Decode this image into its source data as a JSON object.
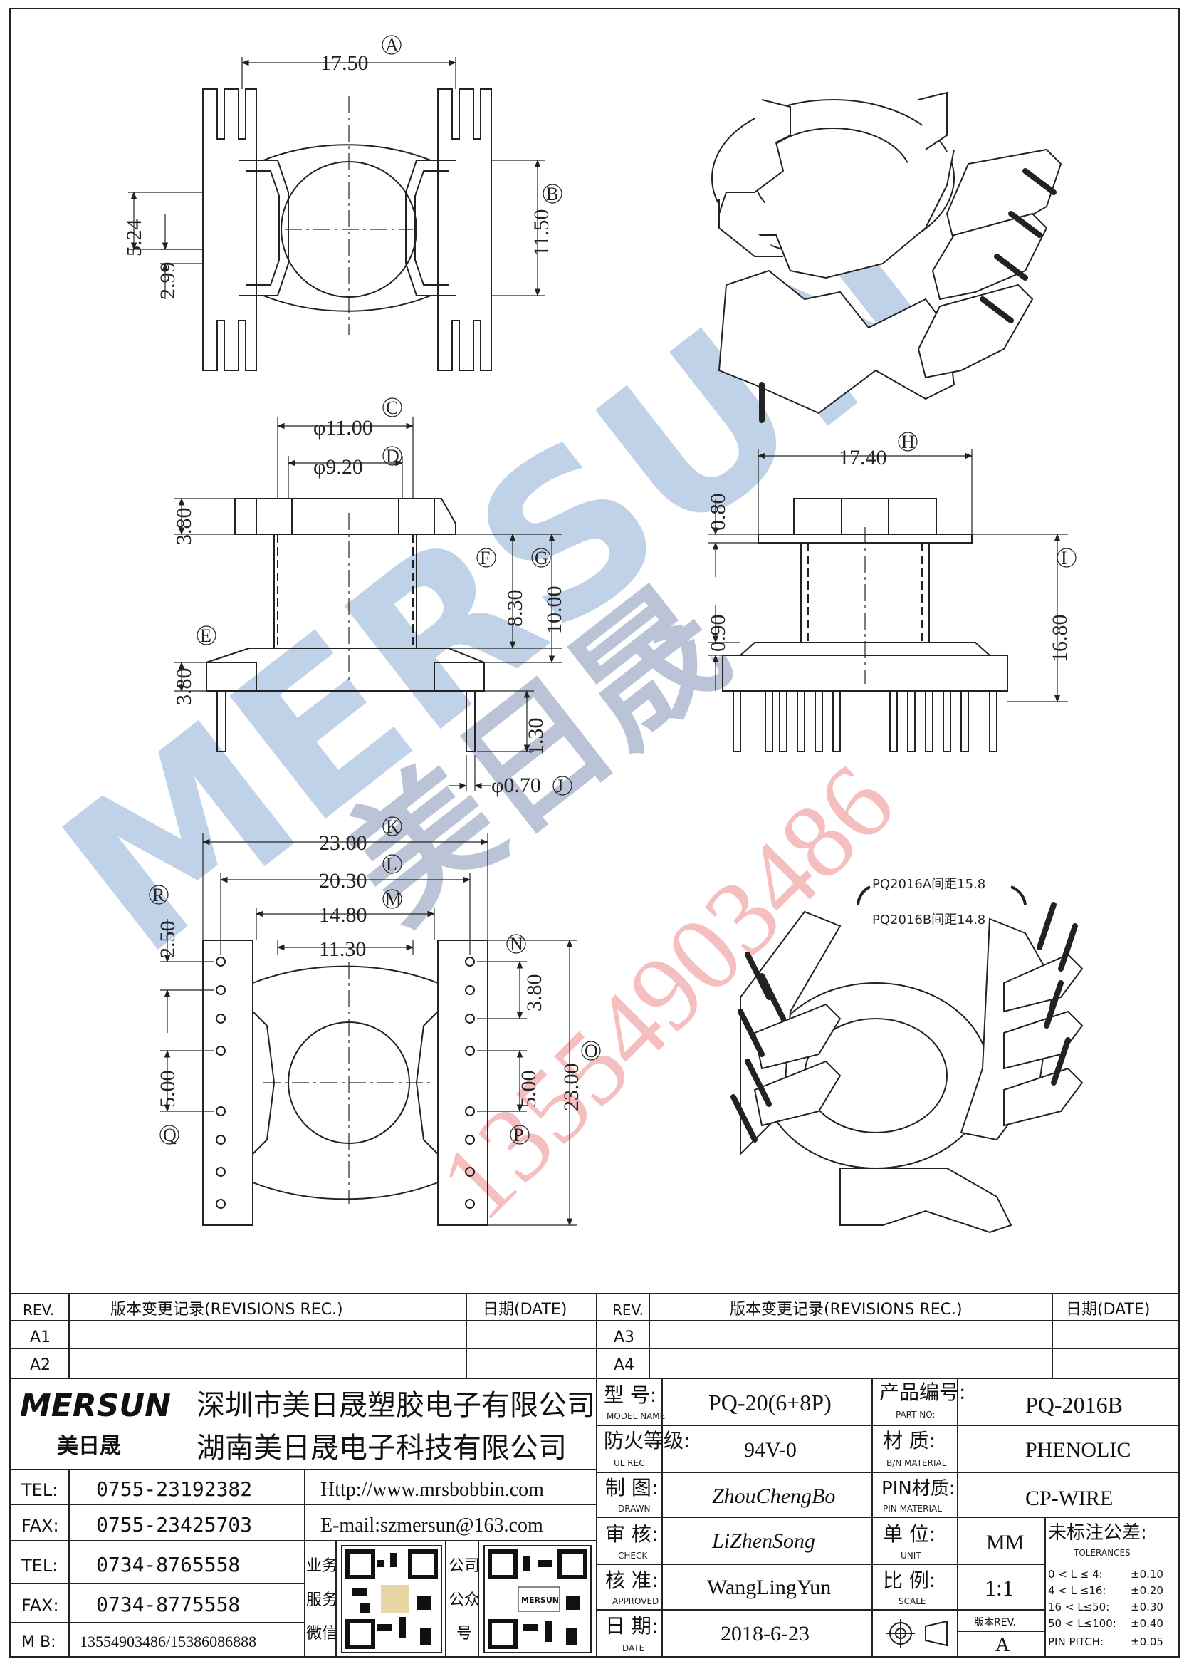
{
  "watermark": {
    "brand": "MERSUN",
    "cjk": "美日晟",
    "phone": "13554903486",
    "brand_color": "#2f6db5",
    "phone_color": "#e03030"
  },
  "dims": {
    "top_view": {
      "width": "17.50",
      "height": "11.50",
      "gap1": "5.24",
      "gap2": "2.99",
      "tag_w": "A",
      "tag_h": "B"
    },
    "front_view": {
      "dia_outer": "φ11.00",
      "dia_inner": "φ9.20",
      "flange_top": "3.80",
      "flange_bottom": "3.80",
      "window": "8.30",
      "total": "10.00",
      "pin_len": "1.30",
      "pin_dia": "φ0.70",
      "tag_c": "C",
      "tag_d": "D",
      "tag_e": "E",
      "tag_f": "F",
      "tag_g": "G",
      "tag_j": "J"
    },
    "side_view": {
      "width": "17.40",
      "top": "0.80",
      "base": "0.90",
      "height": "16.80",
      "tag_h": "H",
      "tag_i": "I"
    },
    "bottom_view": {
      "w1": "23.00",
      "w2": "20.30",
      "w3": "14.80",
      "w4": "11.30",
      "pitch": "2.50",
      "gap": "3.80",
      "slot_l": "5.00",
      "slot_r": "5.00",
      "height": "23.00",
      "tag_k": "K",
      "tag_l": "L",
      "tag_m": "M",
      "tag_n": "N",
      "tag_o": "O",
      "tag_p": "P",
      "tag_q": "Q",
      "tag_r": "R"
    },
    "spacing_notes": [
      "PQ2016A间距15.8",
      "PQ2016B间距14.8"
    ]
  },
  "title_block": {
    "rev_header": "REV.",
    "rev_rec_header": "版本变更记录(REVISIONS REC.)",
    "date_header": "日期(DATE)",
    "revs_left": [
      "A1",
      "A2"
    ],
    "revs_right": [
      "A3",
      "A4"
    ],
    "logo_text": "MERSUN",
    "logo_cjk": "美日晟",
    "company1": "深圳市美日晟塑胶电子有限公司",
    "company2": "湖南美日晟电子科技有限公司",
    "contacts": [
      {
        "label": "TEL:",
        "value": "0755-23192382"
      },
      {
        "label": "FAX:",
        "value": "0755-23425703"
      },
      {
        "label": "TEL:",
        "value": "0734-8765558"
      },
      {
        "label": "FAX:",
        "value": "0734-8775558"
      },
      {
        "label": "M B:",
        "value": "13554903486/15386086888"
      }
    ],
    "website": "Http://www.mrsbobbin.com",
    "email": "E-mail:szmersun@163.com",
    "qr1_label": [
      "业务",
      "服务",
      "微信"
    ],
    "qr2_label": [
      "公司",
      "公众",
      "号"
    ],
    "qr2_brand": "MERSUN",
    "fields": {
      "model_label": "型  号:",
      "model_sub": "MODEL NAME",
      "model": "PQ-20(6+8P)",
      "part_label": "产品编号:",
      "part_sub": "PART NO:",
      "part": "PQ-2016B",
      "ul_label": "防火等级:",
      "ul_sub": "UL REC.",
      "ul": "94V-0",
      "mat_label": "材  质:",
      "mat_sub": "B/N MATERIAL",
      "mat": "PHENOLIC",
      "drawn_label": "制  图:",
      "drawn_sub": "DRAWN",
      "drawn": "ZhouChengBo",
      "pinmat_label": "PIN材质:",
      "pinmat_sub": "PIN MATERIAL",
      "pinmat": "CP-WIRE",
      "check_label": "审  核:",
      "check_sub": "CHECK",
      "check": "LiZhenSong",
      "unit_label": "单  位:",
      "unit_sub": "UNIT",
      "unit": "MM",
      "approved_label": "核  准:",
      "approved_sub": "APPROVED",
      "approved": "WangLingYun",
      "scale_label": "比  例:",
      "scale_sub": "SCALE",
      "scale": "1:1",
      "date_label": "日  期:",
      "date_sub": "DATE",
      "date": "2018-6-23",
      "ver_label": "版本REV.",
      "ver": "A",
      "tol_label": "未标注公差:",
      "tol_sub": "TOLERANCES"
    },
    "tolerances": [
      {
        "range": "0 < L ≤  4:",
        "value": "±0.10"
      },
      {
        "range": "4 < L ≤16:",
        "value": "±0.20"
      },
      {
        "range": "16 < L≤50:",
        "value": "±0.30"
      },
      {
        "range": "50 < L≤100:",
        "value": "±0.40"
      },
      {
        "range": "PIN PITCH:",
        "value": "±0.05"
      }
    ]
  }
}
